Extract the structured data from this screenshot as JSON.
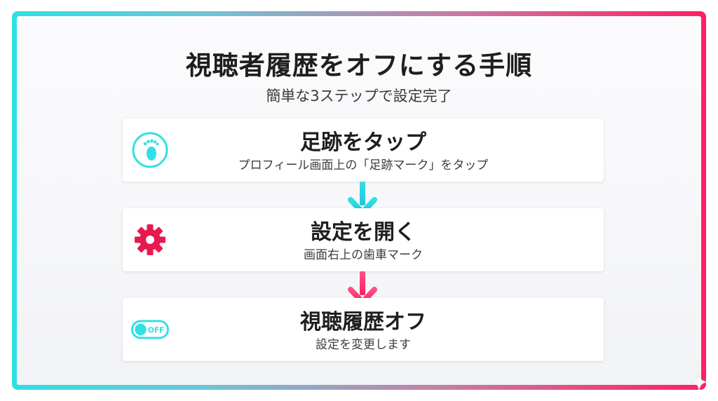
{
  "page": {
    "title": "視聴者履歴をオフにする手順",
    "subtitle": "簡単な3ステップで設定完了"
  },
  "steps": [
    {
      "icon": "footprint-icon",
      "heading": "足跡をタップ",
      "description": "プロフィール画面上の「足跡マーク」をタップ"
    },
    {
      "icon": "gear-icon",
      "heading": "設定を開く",
      "description": "画面右上の歯車マーク"
    },
    {
      "icon": "toggle-off-icon",
      "heading": "視聴履歴オフ",
      "description": "設定を変更します",
      "toggle_label": "OFF"
    }
  ],
  "colors": {
    "cyan": "#2fe0e4",
    "pink": "#ff1f63",
    "gear": "#e8194f"
  }
}
